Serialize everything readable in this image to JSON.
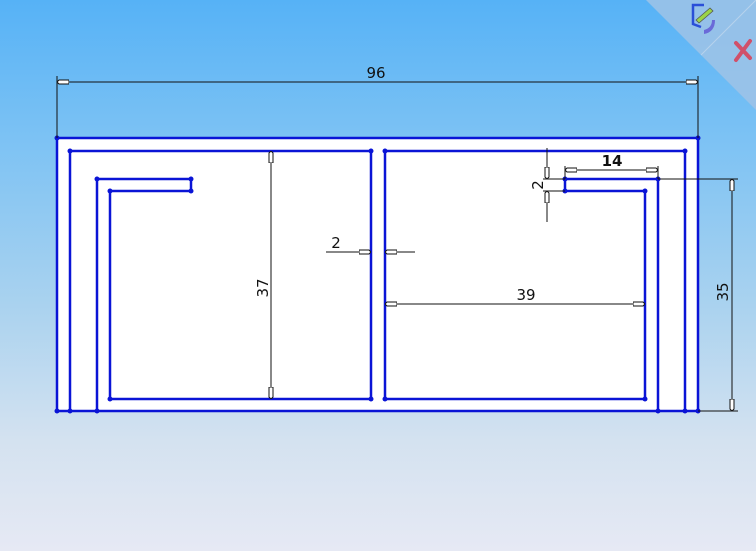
{
  "sketch": {
    "line_color": "#0a14d6",
    "dimension_color": "#111111",
    "dimensions": {
      "overall_width": "96",
      "left_height": "37",
      "wall_gap": "2",
      "right_width": "39",
      "lip_length": "14",
      "lip_thickness": "2",
      "right_height": "35"
    }
  },
  "confirmation_corner": {
    "exit_sketch_icon": "exit-sketch-icon",
    "cancel_icon": "cancel-icon"
  }
}
